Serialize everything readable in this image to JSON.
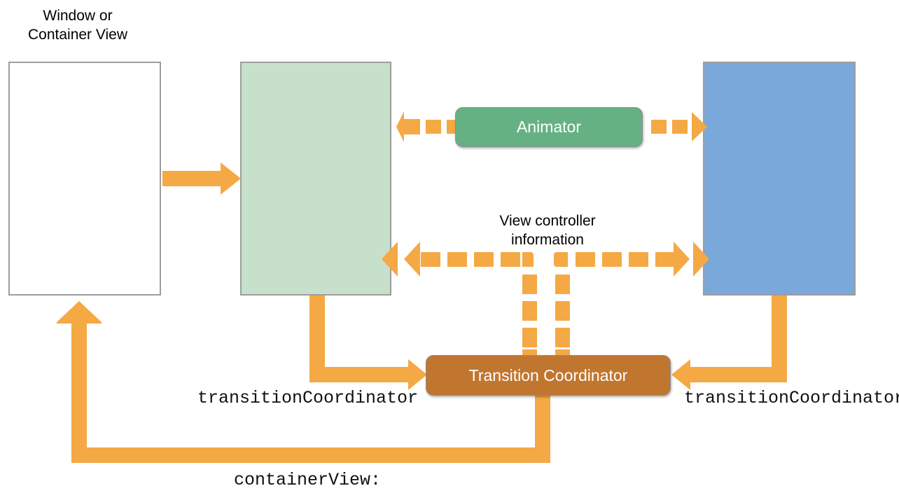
{
  "diagram": {
    "title_caption": "Window or\nContainer View",
    "nodes": {
      "container_view": {
        "name": "container-view-box",
        "fill": "#ffffff",
        "stroke": "#9d9d9d"
      },
      "from_view": {
        "name": "from-view-box",
        "fill": "#c6e0cc",
        "stroke": "#9d9d9d"
      },
      "to_view": {
        "name": "to-view-box",
        "fill": "#7aa8da",
        "stroke": "#9d9d9d"
      },
      "animator": {
        "label": "Animator",
        "fill": "#66b183",
        "stroke": "#8d8d8d",
        "text_color": "#ffffff"
      },
      "transition_coordinator": {
        "label": "Transition Coordinator",
        "fill": "#c1762f",
        "stroke": "#8d8d8d",
        "text_color": "#ffffff"
      }
    },
    "edge_labels": {
      "view_controller_information": "View controller\ninformation",
      "transition_coordinator_left": "transitionCoordinator",
      "transition_coordinator_right": "transitionCoordinator",
      "container_view": "containerView:"
    },
    "colors": {
      "arrow": "#f4a945",
      "green_fill": "#c6e0cc",
      "blue_fill": "#7aa8da",
      "animator_green": "#66b183",
      "coordinator_brown": "#c1762f",
      "box_border": "#9d9d9d",
      "text": "#000000"
    }
  }
}
